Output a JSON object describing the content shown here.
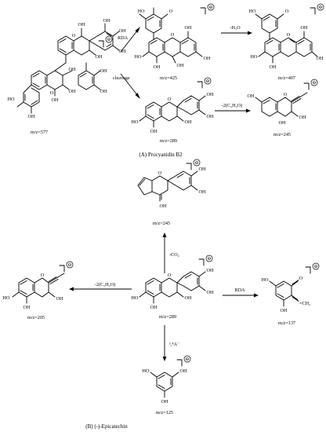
{
  "panel_a": {
    "caption": "(A)   Procyanidin B2",
    "nodes": {
      "parent": {
        "mz": "m/z=577"
      },
      "rda_product": {
        "mz": "m/z=425"
      },
      "dehydration_product": {
        "mz": "m/z=407"
      },
      "cleavage_product": {
        "mz": "m/z=289"
      },
      "loss_product": {
        "mz": "m/z=245"
      }
    },
    "arrows": {
      "rda": "RDA",
      "water_loss": "-H₂O",
      "cleavage": "cleavage",
      "ketene_loss": "-2(C₂H₂O)"
    }
  },
  "panel_b": {
    "caption": "(B)   (-)-Epicatechin",
    "nodes": {
      "parent": {
        "mz": "m/z=289"
      },
      "co2_product": {
        "mz": "m/z=245"
      },
      "ketene_product": {
        "mz": "m/z=205"
      },
      "rda_product": {
        "mz": "m/z=137"
      },
      "ring_product": {
        "mz": "m/z=125"
      }
    },
    "arrows": {
      "co2_loss": "-CO₂",
      "ketene_loss": "-2(C₂H₂O)",
      "rda": "RDA",
      "ring_fission": "¹,⁴A⁻"
    }
  },
  "atom_labels": {
    "hydroxyl": "OH",
    "hydroxyl_left": "HO",
    "oxygen": "O",
    "methylene": "=CH₂"
  },
  "charge_symbol": "⊖",
  "colors": {
    "ink": "#000000",
    "background": "#ffffff"
  }
}
